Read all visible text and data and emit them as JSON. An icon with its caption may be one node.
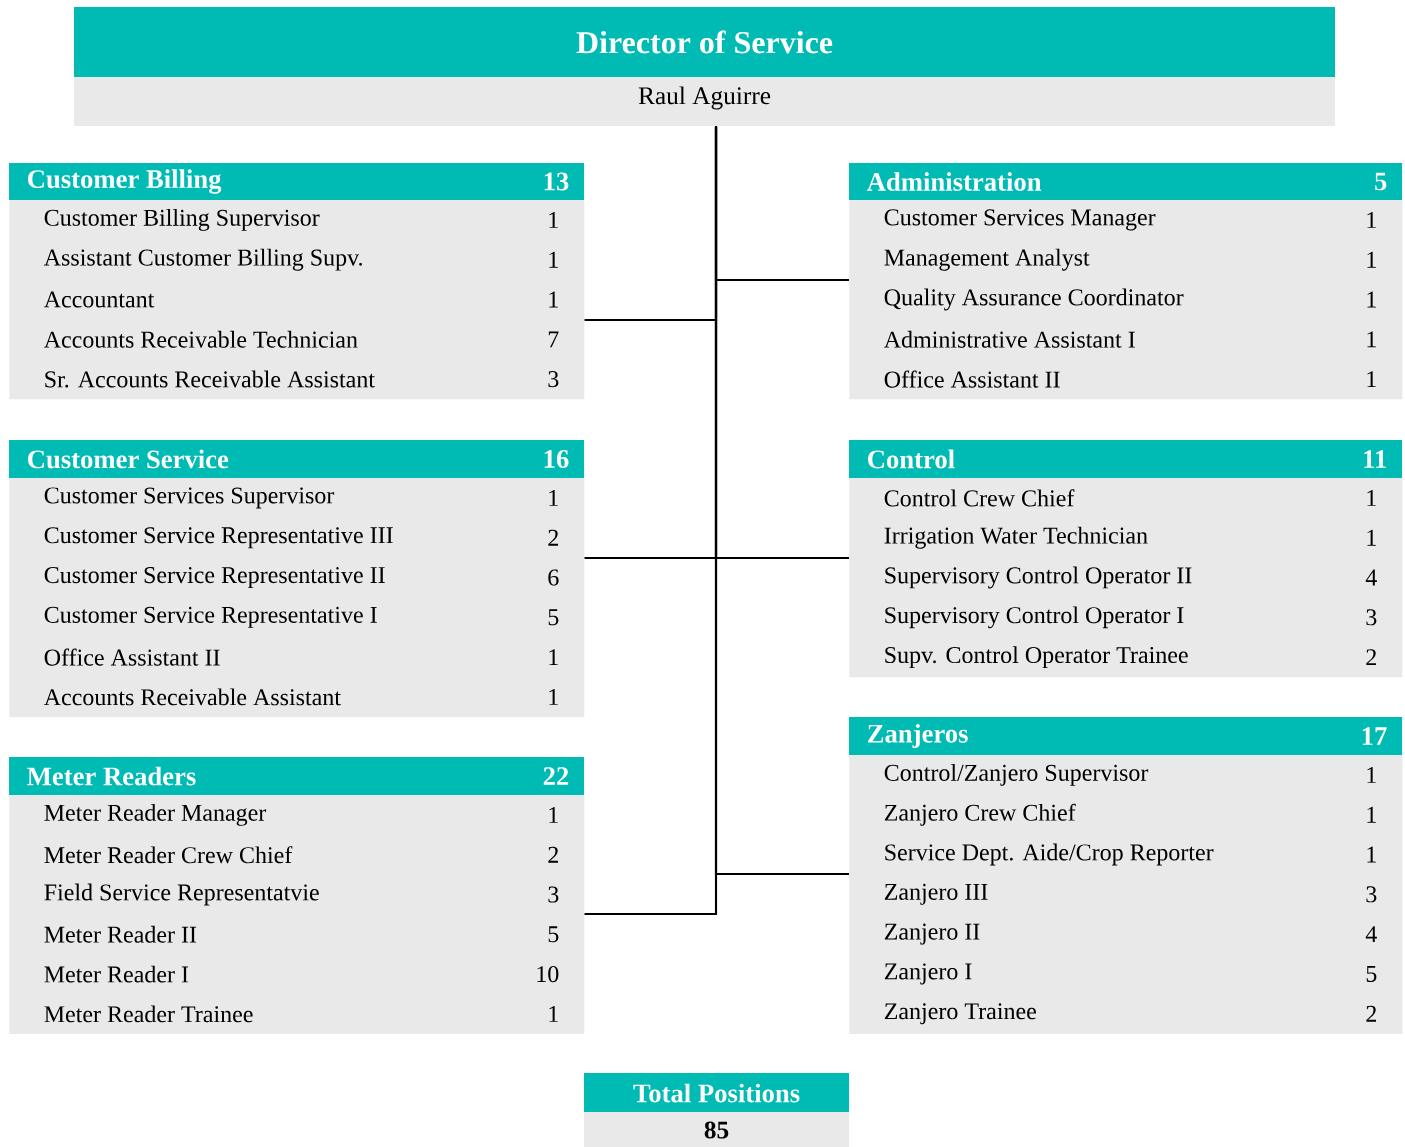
{
  "diagram": {
    "nodes": [
      {
        "text": [
          "Director of Service",
          "Raul Aguirre"
        ]
      },
      {
        "text": [
          "Customer Billing",
          "13",
          "Customer Billing Supervisor",
          "1",
          "Assistant Customer Billing Supv.",
          "1",
          "Accountant",
          "1",
          "Accounts Receivable Technician",
          "7",
          "Sr. Accounts Receivable Assistant",
          "3"
        ]
      },
      {
        "text": [
          "Administration",
          "5",
          "Customer Services Manager",
          "1",
          "Management Analyst",
          "1",
          "Quality Assurance Coordinator",
          "1",
          "Administrative Assistant I",
          "1",
          "Office Assistant II",
          "1"
        ]
      },
      {
        "text": [
          "Customer Service",
          "16",
          "Customer Services Supervisor",
          "1",
          "Customer Service Representative III",
          "2",
          "Customer Service Representative II",
          "6",
          "Customer Service Representative I",
          "5",
          "Office Assistant II",
          "1",
          "Accounts Receivable Assistant",
          "1"
        ]
      },
      {
        "text": [
          "Control",
          "11",
          "Control Crew Chief",
          "1",
          "Irrigation Water Technician",
          "1",
          "Supervisory Control Operator II",
          "4",
          "Supervisory Control Operator I",
          "3",
          "Supv. Control Operator Trainee",
          "2"
        ]
      },
      {
        "text": [
          "Zanjeros",
          "17",
          "Control/Zanjero Supervisor",
          "1",
          "Zanjero Crew Chief",
          "1",
          "Service Dept. Aide/Crop Reporter",
          "1",
          "Zanjero III",
          "3",
          "Zanjero II",
          "4",
          "Zanjero I",
          "5",
          "Zanjero Trainee",
          "2"
        ]
      },
      {
        "text": [
          "Meter Readers",
          "22",
          "Meter Reader Manager",
          "1",
          "Meter Reader Crew Chief",
          "2",
          "Field Service Representatvie",
          "3",
          "Meter Reader II",
          "5",
          "Meter Reader I",
          "10",
          "Meter Reader Trainee",
          "1"
        ]
      },
      {
        "text": [
          "Total Positions",
          "85"
        ]
      }
    ],
    "edges": [
      {
        "from": 0,
        "to": 1,
        "arrow": "none"
      },
      {
        "from": 0,
        "to": 2,
        "arrow": "none"
      },
      {
        "from": 0,
        "to": 3,
        "arrow": "none"
      },
      {
        "from": 0,
        "to": 4,
        "arrow": "none"
      },
      {
        "from": 0,
        "to": 5,
        "arrow": "none"
      },
      {
        "from": 0,
        "to": 6,
        "arrow": "none"
      }
    ]
  }
}
